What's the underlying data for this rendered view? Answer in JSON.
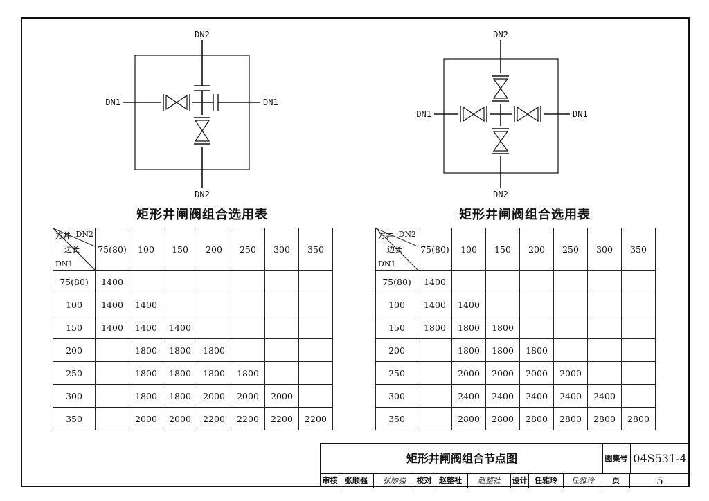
{
  "diagram_left": {
    "dn_top": "DN2",
    "dn_bottom": "DN2",
    "dn_left": "DN1",
    "dn_right": "DN1"
  },
  "diagram_right": {
    "dn_top": "DN2",
    "dn_bottom": "DN2",
    "dn_left": "DN1",
    "dn_right": "DN1"
  },
  "table_left": {
    "title": "矩形井闸阀组合选用表",
    "corner": {
      "well": "方井",
      "dn2": "DN2",
      "side": "边长",
      "dn1": "DN1"
    },
    "columns": [
      "75(80)",
      "100",
      "150",
      "200",
      "250",
      "300",
      "350"
    ],
    "rows": [
      {
        "dn1": "75(80)",
        "cells": [
          "1400",
          "",
          "",
          "",
          "",
          "",
          ""
        ]
      },
      {
        "dn1": "100",
        "cells": [
          "1400",
          "1400",
          "",
          "",
          "",
          "",
          ""
        ]
      },
      {
        "dn1": "150",
        "cells": [
          "1400",
          "1400",
          "1400",
          "",
          "",
          "",
          ""
        ]
      },
      {
        "dn1": "200",
        "cells": [
          "",
          "1800",
          "1800",
          "1800",
          "",
          "",
          ""
        ]
      },
      {
        "dn1": "250",
        "cells": [
          "",
          "1800",
          "1800",
          "1800",
          "1800",
          "",
          ""
        ]
      },
      {
        "dn1": "300",
        "cells": [
          "",
          "1800",
          "1800",
          "2000",
          "2000",
          "2000",
          ""
        ]
      },
      {
        "dn1": "350",
        "cells": [
          "",
          "2000",
          "2000",
          "2200",
          "2200",
          "2200",
          "2200"
        ]
      }
    ]
  },
  "table_right": {
    "title": "矩形井闸阀组合选用表",
    "corner": {
      "well": "方井",
      "dn2": "DN2",
      "side": "边长",
      "dn1": "DN1"
    },
    "columns": [
      "75(80)",
      "100",
      "150",
      "200",
      "250",
      "300",
      "350"
    ],
    "rows": [
      {
        "dn1": "75(80)",
        "cells": [
          "1400",
          "",
          "",
          "",
          "",
          "",
          ""
        ]
      },
      {
        "dn1": "100",
        "cells": [
          "1400",
          "1400",
          "",
          "",
          "",
          "",
          ""
        ]
      },
      {
        "dn1": "150",
        "cells": [
          "1800",
          "1800",
          "1800",
          "",
          "",
          "",
          ""
        ]
      },
      {
        "dn1": "200",
        "cells": [
          "",
          "1800",
          "1800",
          "1800",
          "",
          "",
          ""
        ]
      },
      {
        "dn1": "250",
        "cells": [
          "",
          "2000",
          "2000",
          "2000",
          "2000",
          "",
          ""
        ]
      },
      {
        "dn1": "300",
        "cells": [
          "",
          "2400",
          "2400",
          "2400",
          "2400",
          "2400",
          ""
        ]
      },
      {
        "dn1": "350",
        "cells": [
          "",
          "2800",
          "2800",
          "2800",
          "2800",
          "2800",
          "2800"
        ]
      }
    ]
  },
  "title_block": {
    "drawing_title": "矩形井闸阀组合节点图",
    "atlas_label": "图集号",
    "atlas_no": "04S531-4",
    "review_label": "审核",
    "reviewer": "张顺强",
    "reviewer_sig": "张顺强",
    "check_label": "校对",
    "checker": "赵整社",
    "checker_sig": "赵整社",
    "design_label": "设计",
    "designer": "任雅玲",
    "designer_sig": "任雅玲",
    "page_label": "页",
    "page_no": "5"
  }
}
